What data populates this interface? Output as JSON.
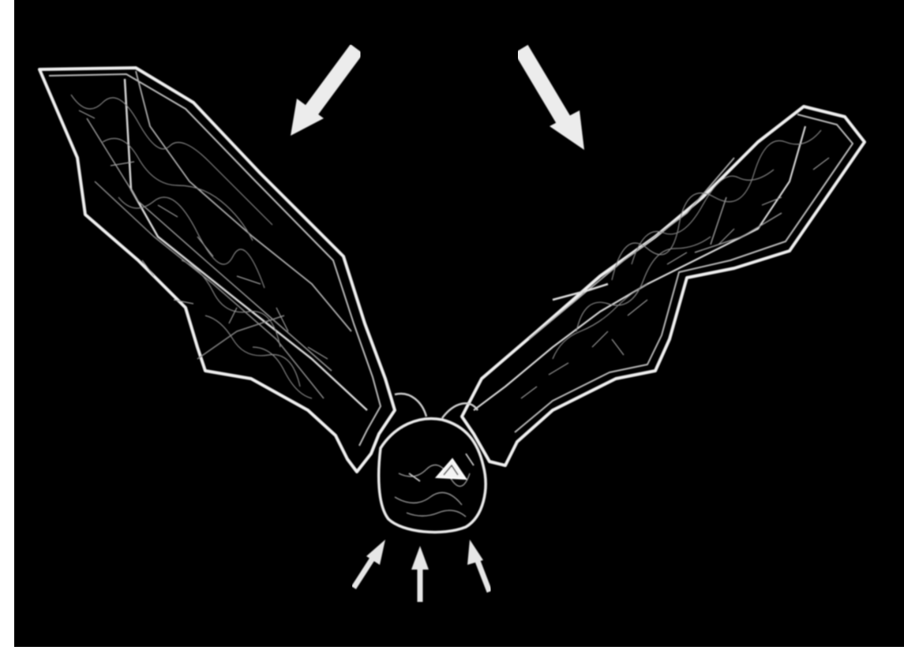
{
  "image": {
    "subject": "bat-in-flight",
    "style": "edge-detected grayscale line drawing",
    "colors": {
      "background": "#000000",
      "frame": "#ffffff",
      "outline": "#f2f2f2",
      "arrow": "#ececec",
      "texture": "#9a9a9a"
    },
    "arrows": {
      "downward_count": 2,
      "upward_count": 3
    }
  }
}
